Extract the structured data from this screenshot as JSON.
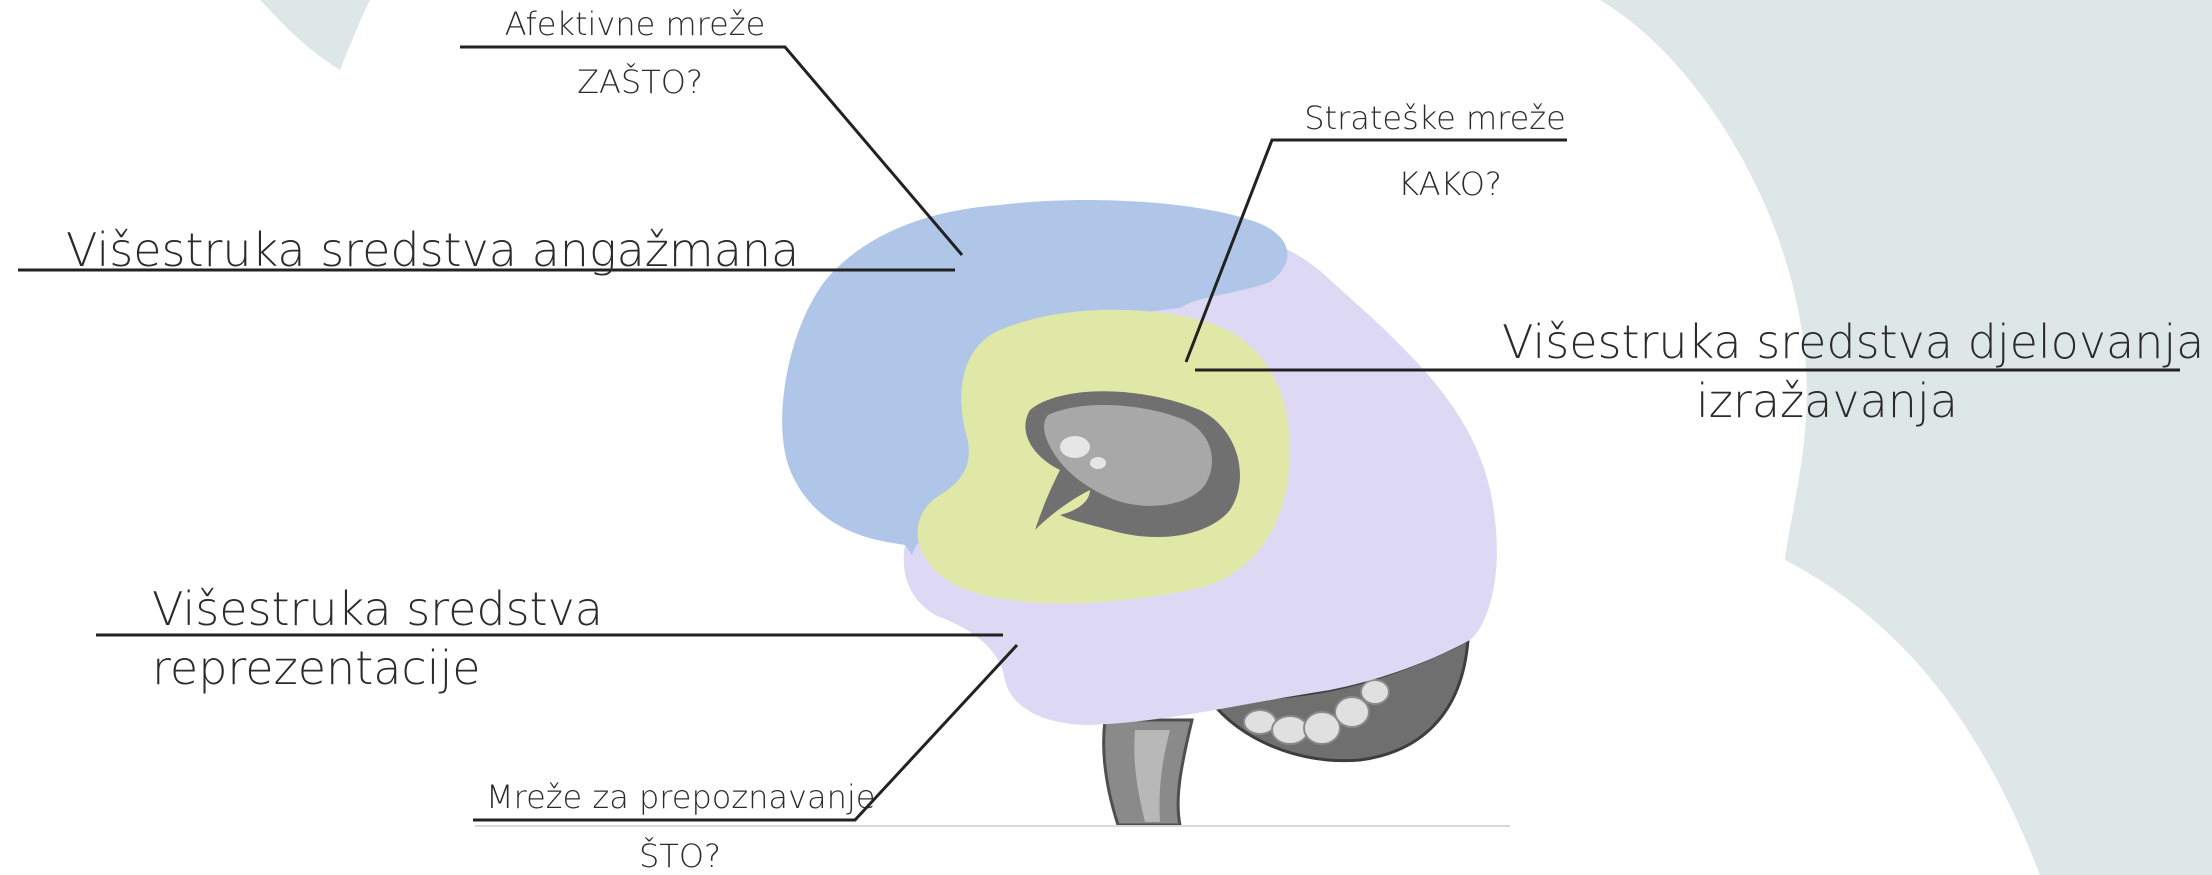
{
  "colors": {
    "background_blob": "#dde7e7",
    "affective_region": "#afc6e8",
    "recognition_region": "#ddd8f4",
    "strategic_region": "#e0e8a8",
    "ventricle": "#8e8e8e",
    "leader_line": "#222222",
    "text": "#2b2b2b"
  },
  "diagram": {
    "affective": {
      "network": "Afektivne mreže",
      "question": "ZAŠTO?",
      "principle": "Višestruka sredstva angažmana"
    },
    "strategic": {
      "network": "Strateške mreže",
      "question": "KAKO?",
      "principle_line1": "Višestruka sredstva djelovanja i",
      "principle_line2": "izražavanja"
    },
    "recognition": {
      "network": "Mreže za prepoznavanje",
      "question": "ŠTO?",
      "principle_line1": "Višestruka sredstva",
      "principle_line2": "reprezentacije"
    }
  }
}
